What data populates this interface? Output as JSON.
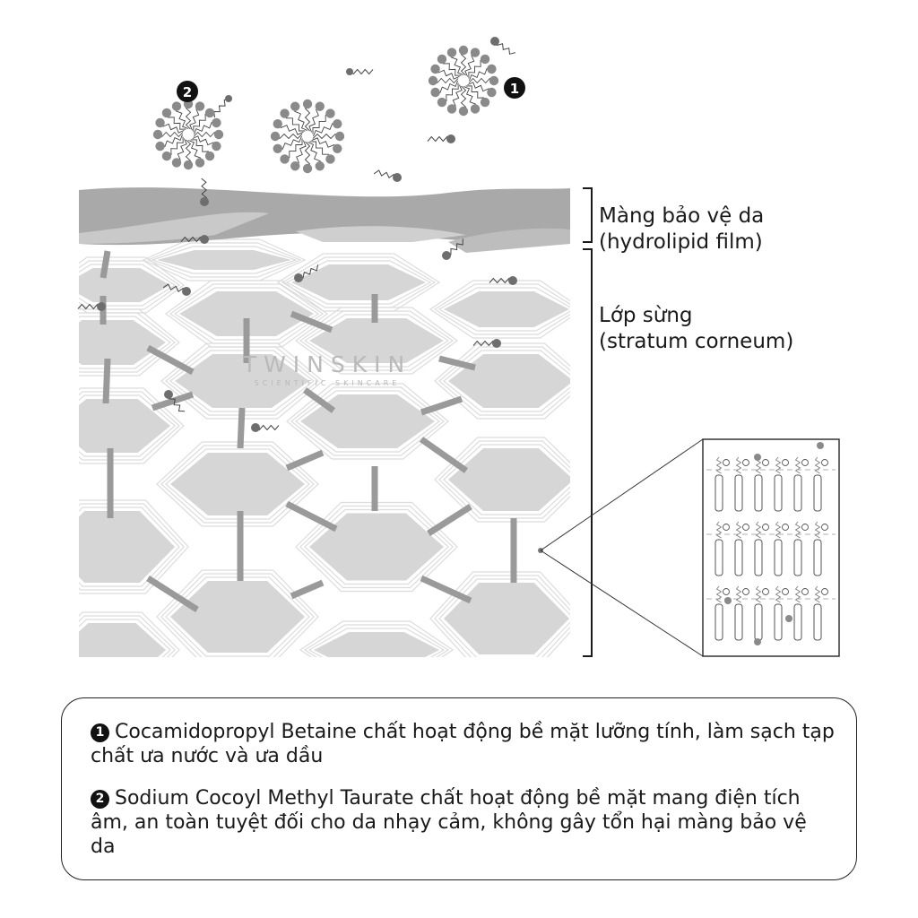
{
  "labels": {
    "film_line1": "Màng bảo vệ da",
    "film_line2": "(hydrolipid film)",
    "corneum_line1": "Lớp sừng",
    "corneum_line2": "(stratum corneum)"
  },
  "badges": {
    "one": "1",
    "two": "2"
  },
  "watermark": {
    "brand": "TWINSKIN",
    "tagline": "SCIENTIFIC SKINCARE"
  },
  "legend": [
    {
      "number": "1",
      "text": "Cocamidopropyl Betaine chất hoạt động bề mặt lưỡng tính, làm sạch tạp chất ưa nước và ưa dầu"
    },
    {
      "number": "2",
      "text": "Sodium Cocoyl Methyl Taurate chất hoạt động bề mặt mang điện tích âm, an toàn tuyệt đối cho da nhạy cảm, không gây tổn hại màng bảo vệ da"
    }
  ],
  "colors": {
    "cell_fill": "#d6d6d6",
    "film_fill": "#a9a9a9",
    "molecule_head": "#8a8a8a",
    "outline": "#1a1a1a"
  }
}
